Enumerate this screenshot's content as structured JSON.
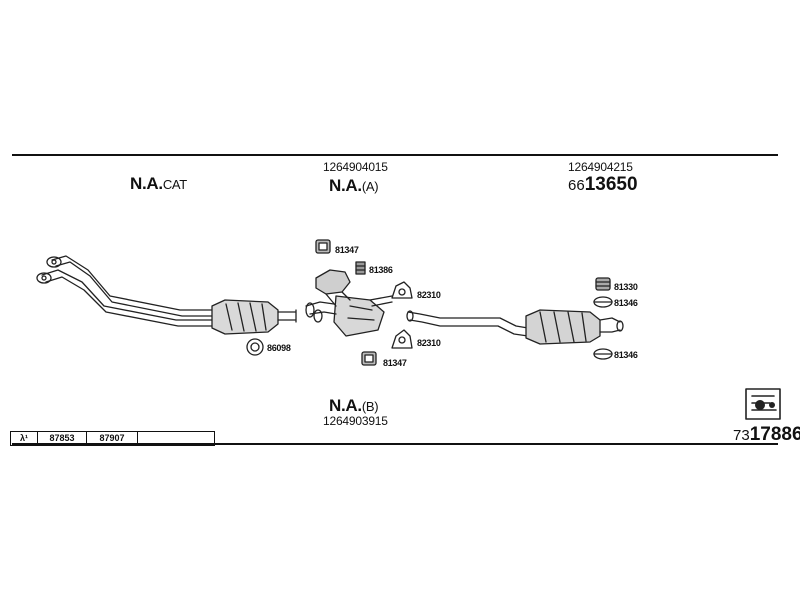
{
  "header": {
    "left_title": "N.A.",
    "left_title_suffix": "CAT",
    "center_code": "1264904015",
    "center_title": "N.A.",
    "center_title_suffix": "(A)",
    "right_code": "1264904215",
    "right_ref_prefix": "66",
    "right_ref": "13650"
  },
  "bottom": {
    "title": "N.A.",
    "title_suffix": "(B)",
    "code": "1264903915"
  },
  "parts": {
    "p81347_top": "81347",
    "p81386": "81386",
    "p82310_top": "82310",
    "p82310_bottom": "82310",
    "p81347_bottom": "81347",
    "p86098": "86098",
    "p81330": "81330",
    "p81346_top": "81346",
    "p81346_bottom": "81346"
  },
  "lambda_table": {
    "symbol": "λ¹",
    "cells": [
      "87853",
      "87907",
      ""
    ]
  },
  "footer_ref": {
    "prefix": "73",
    "number": "17886"
  },
  "icons": {
    "logo": "parts-catalog-logo-icon"
  }
}
